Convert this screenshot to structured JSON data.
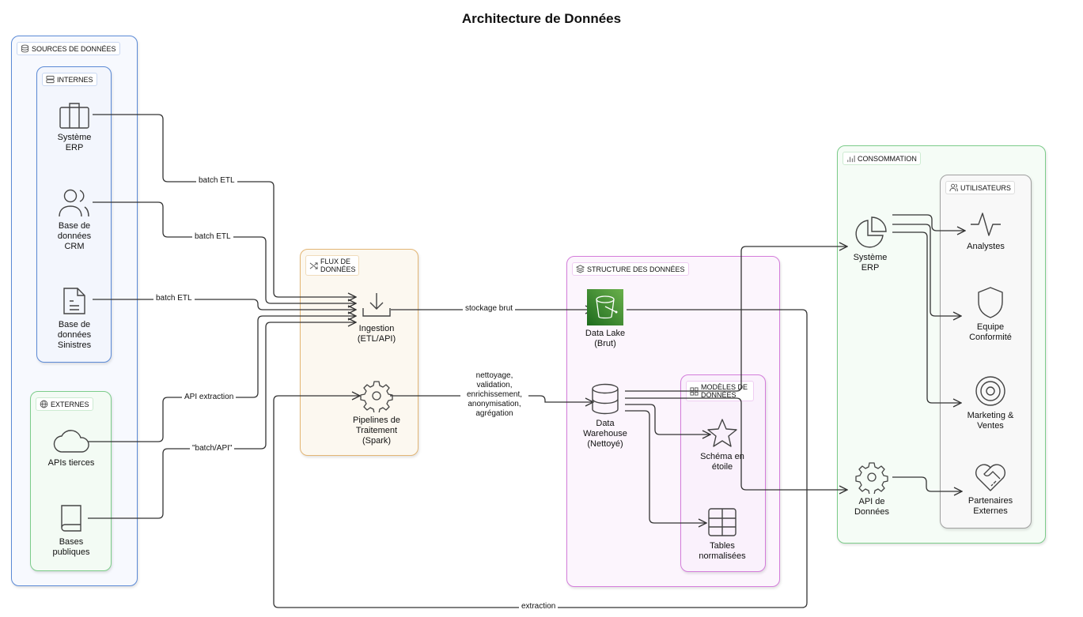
{
  "title": "Architecture de Données",
  "groups": {
    "sources": {
      "label": "SOURCES DE DONNÉES",
      "color": "#4a7fd0"
    },
    "internes": {
      "label": "INTERNES",
      "color": "#4a7fd0"
    },
    "externes": {
      "label": "EXTERNES",
      "color": "#6cc07a"
    },
    "flux": {
      "label": "FLUX DE DONNÉES",
      "color": "#e0b070"
    },
    "structure": {
      "label": "STRUCTURE DES DONNÉES",
      "color": "#d070d8"
    },
    "modeles": {
      "label": "MODÈLES DE DONNÉES",
      "color": "#d070d8"
    },
    "consommation": {
      "label": "CONSOMMATION",
      "color": "#6cc07a"
    },
    "utilisateurs": {
      "label": "UTILISATEURS",
      "color": "#999999"
    }
  },
  "nodes": {
    "erp_source": "Système ERP",
    "crm": "Base de données CRM",
    "sinistres": "Base de données Sinistres",
    "apis_tierces": "APIs tierces",
    "bases_publiques": "Bases publiques",
    "ingestion": "Ingestion (ETL/API)",
    "pipelines": "Pipelines de Traitement (Spark)",
    "data_lake": "Data Lake (Brut)",
    "data_warehouse": "Data Warehouse (Nettoyé)",
    "schema_etoile": "Schéma en étoile",
    "tables_normalisees": "Tables normalisées",
    "erp_consumer": "Système ERP",
    "api_donnees": "API de Données",
    "analystes": "Analystes",
    "conformite": "Equipe Conformité",
    "marketing": "Marketing & Ventes",
    "partenaires": "Partenaires Externes"
  },
  "edges": {
    "erp_batch": "batch ETL",
    "crm_batch": "batch ETL",
    "sinistres_batch": "batch ETL",
    "api_extraction": "API extraction",
    "batch_api": "\"batch/API\"",
    "stockage_brut": "stockage brut",
    "traitement": "nettoyage, validation, enrichissement, anonymisation, agrégation",
    "extraction": "extraction"
  }
}
